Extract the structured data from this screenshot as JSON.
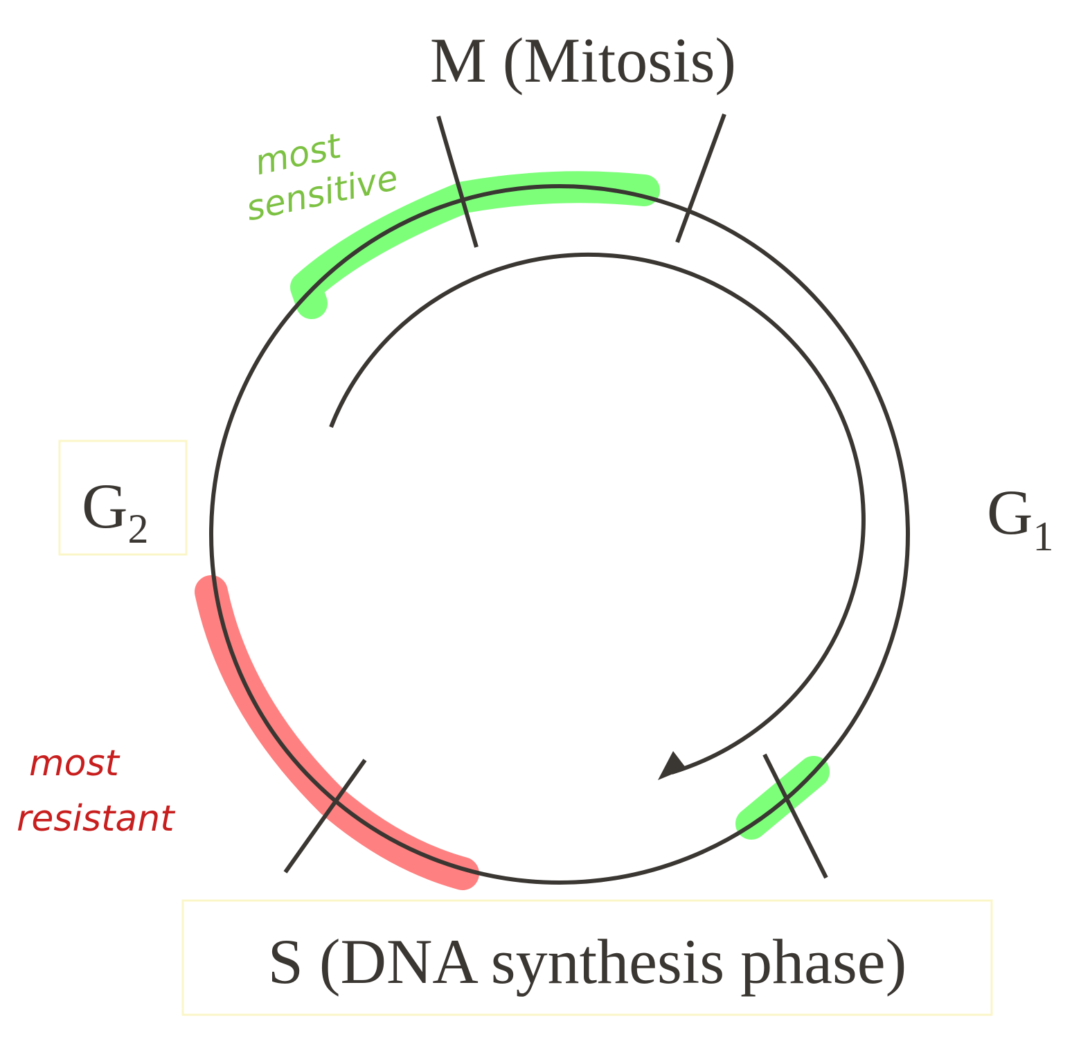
{
  "phases": {
    "m_label": "M (Mitosis)",
    "g1_letter": "G",
    "g1_sub": "1",
    "g2_letter": "G",
    "g2_sub": "2",
    "s_label": "S (DNA synthesis phase)"
  },
  "annotations": {
    "sensitive_line1": "most",
    "sensitive_line2": "sensitive",
    "resistant_line1": "most",
    "resistant_line2": "resistant"
  },
  "colors": {
    "ink": "#3a3632",
    "sensitive": "#7dff7a",
    "resistant": "#ff8080",
    "sensitive_text": "#7cc142",
    "resistant_text": "#c81e1e",
    "box_border": "#fbf6c8"
  }
}
